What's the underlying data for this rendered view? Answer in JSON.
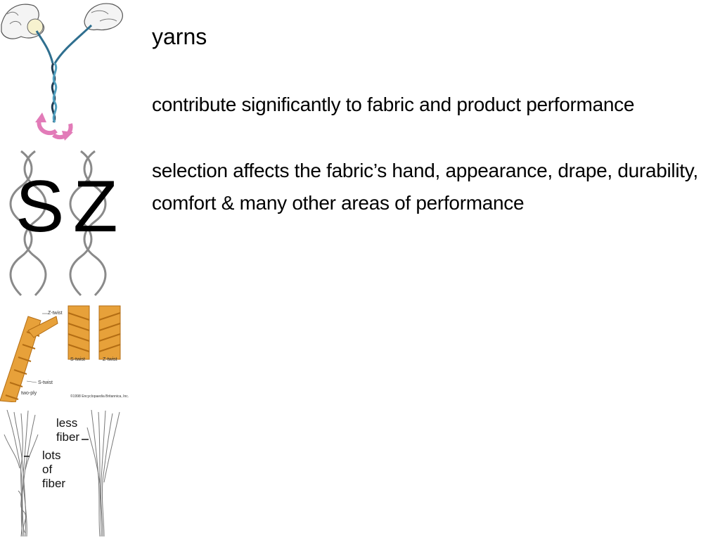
{
  "slide": {
    "title": "yarns",
    "paragraphs": [
      "contribute significantly to fabric and product performance",
      "selection affects the fabric’s hand, appearance, drape, durability, comfort & many other areas of performance"
    ]
  },
  "figures": {
    "twist_letters": {
      "s": "S",
      "z": "Z"
    },
    "ply_labels": {
      "z_twist_top": "Z-twist",
      "s_twist": "S-twist",
      "z_twist": "Z-twist",
      "s_twist_lower": "S-twist",
      "two_ply": "two-ply",
      "copyright": "©1998 Encyclopaedia Britannica, Inc."
    },
    "fiber_labels": {
      "less": "less",
      "fiber_a": "fiber",
      "lots": "lots",
      "of": "of",
      "fiber_b": "fiber"
    }
  },
  "colors": {
    "yarn_teal": "#2f6f8f",
    "arrow_pink": "#e27bb8",
    "rope_orange": "#e7a13a",
    "rope_dark": "#b36d14"
  }
}
